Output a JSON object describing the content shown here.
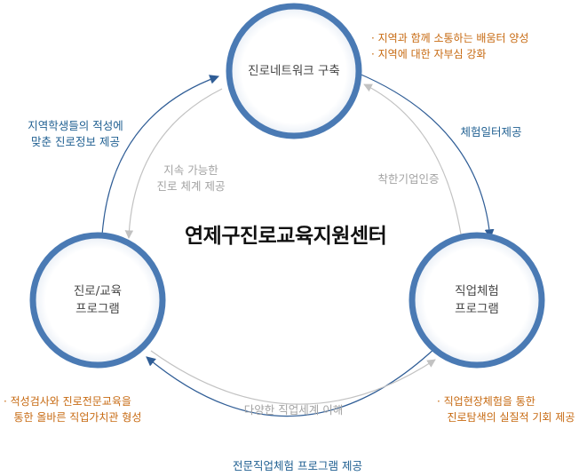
{
  "center_title": "연제구진로교육지원센터",
  "nodes": {
    "top": "진로네트워크 구축",
    "left": "진로/교육\n프로그램",
    "right": "직업체험\n프로그램"
  },
  "outer_labels": {
    "left": "지역학생들의 적성에\n맞춘 진로정보 제공",
    "right": "체험일터제공",
    "bottom": "전문직업체험 프로그램 제공"
  },
  "inner_labels": {
    "left": "지속 가능한\n진로 체계 제공",
    "right": "착한기업인증",
    "bottom": "다양한 직업세계 이해"
  },
  "notes": {
    "top": "· 지역과 함께 소통하는 배움터 양성\n· 지역에 대한 자부심 강화",
    "left": "· 적성검사와 진로전문교육을\n   통한 올바른 직업가치관 형성",
    "right": "· 직업현장체험을 통한\n   진로탐색의 실질적 기회 제공"
  },
  "colors": {
    "node_ring": "#4a7ab4",
    "outer_arrow": "#2f5d96",
    "inner_arrow": "#c2c2c2",
    "outer_label": "#1f5f91",
    "note": "#c76a12",
    "inner_label": "#a3a3a3"
  }
}
